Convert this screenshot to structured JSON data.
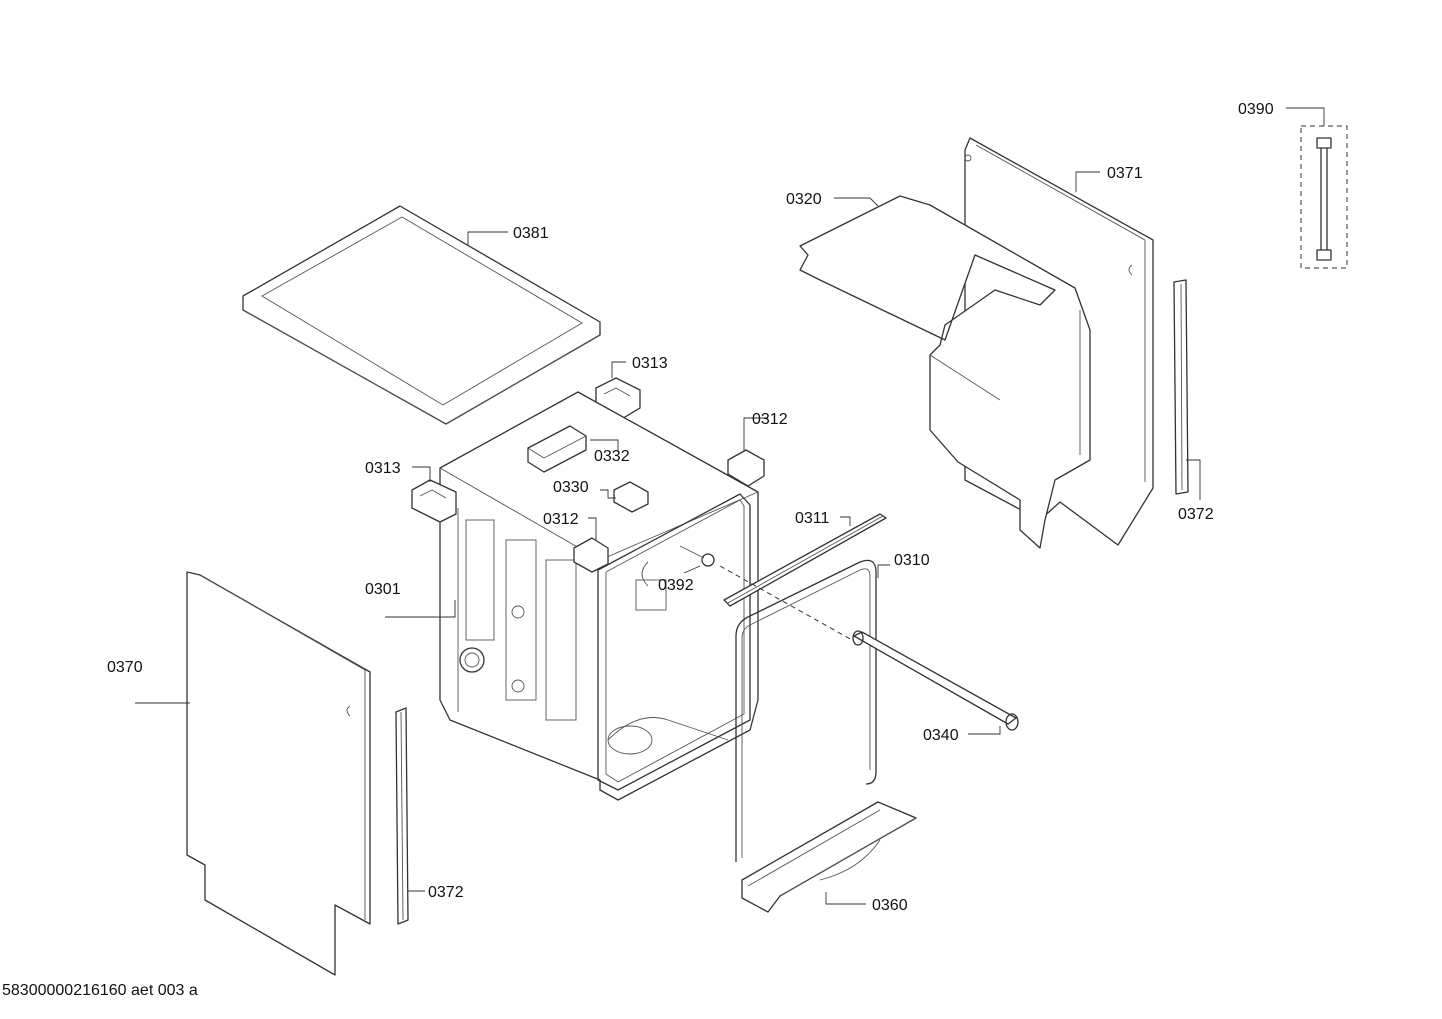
{
  "diagram": {
    "callouts": {
      "c0390": "0390",
      "c0371": "0371",
      "c0320": "0320",
      "c0381": "0381",
      "c0313a": "0313",
      "c0312a": "0312",
      "c0332": "0332",
      "c0313b": "0313",
      "c0330": "0330",
      "c0312b": "0312",
      "c0311": "0311",
      "c0372a": "0372",
      "c0392": "0392",
      "c0310": "0310",
      "c0301": "0301",
      "c0370": "0370",
      "c0340": "0340",
      "c0372b": "0372",
      "c0360": "0360"
    },
    "footer": "58300000216160 aet 003 a"
  }
}
